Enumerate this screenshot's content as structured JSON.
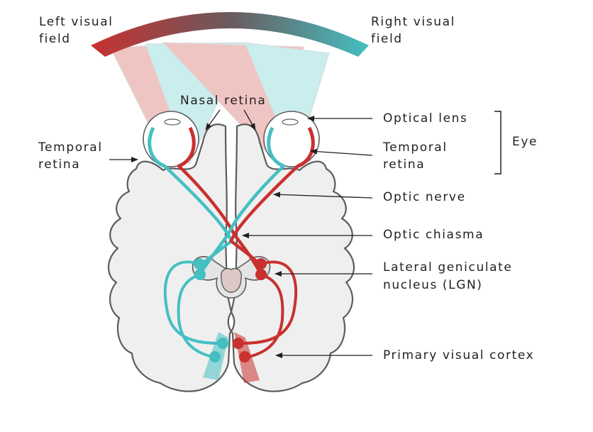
{
  "colors": {
    "left_field": "#c8312f",
    "right_field": "#45bfc1",
    "brain_fill": "#efefef",
    "brain_outline": "#5c5c5c",
    "label_text": "#231f20"
  },
  "labels": {
    "left_visual_field": [
      "Left visual",
      "field"
    ],
    "right_visual_field": [
      "Right visual",
      "field"
    ],
    "nasal_retina": "Nasal retina",
    "temporal_retina_left": [
      "Temporal",
      "retina"
    ],
    "optical_lens": "Optical lens",
    "temporal_retina_right": [
      "Temporal",
      "retina"
    ],
    "eye": "Eye",
    "optic_nerve": "Optic nerve",
    "optic_chiasma": "Optic chiasma",
    "lgn": [
      "Lateral geniculate",
      "nucleus (LGN)"
    ],
    "primary_visual_cortex": "Primary visual cortex"
  }
}
